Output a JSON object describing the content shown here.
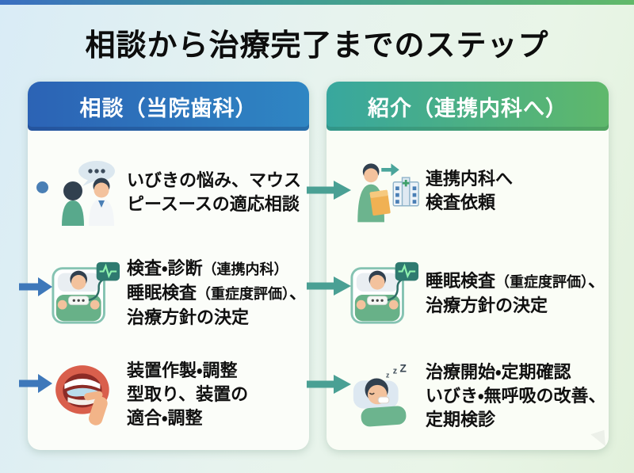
{
  "page": {
    "title": "相談から治療完了までのステップ"
  },
  "colors": {
    "header_left_gradient": [
      "#2c63b5",
      "#2f86c3"
    ],
    "header_right_gradient": [
      "#38a79e",
      "#5fb86b"
    ],
    "arrow_blue": "#3e78ba",
    "arrow_teal": "#4aa094",
    "top_bar_gradient": [
      "#3a6ec1",
      "#3f9b96",
      "#62b96a"
    ],
    "card_background": "#fbfdf9",
    "page_background": [
      "#d9ecf6",
      "#e2f1dc"
    ]
  },
  "left_column": {
    "header": "相談（当院歯科）",
    "rows": [
      {
        "icon": "consultation-icon",
        "line1": "いびきの悩み、マウス",
        "line2": "ピースースの適応相談"
      },
      {
        "icon": "sleep-test-icon",
        "line1_main": "検査・診断",
        "line1_paren": "（連携内科）",
        "line2_main": "睡眠検査",
        "line2_paren": "（重症度評価）",
        "line2_tail": "、",
        "line3": "治療方針の決定"
      },
      {
        "icon": "mouthpiece-icon",
        "line1": "装置作製・調整",
        "line2": "型取り、装置の",
        "line3": "適合・調整"
      }
    ]
  },
  "right_column": {
    "header": "紹介（連携内科へ）",
    "rows": [
      {
        "icon": "hospital-referral-icon",
        "line1": "連携内科へ",
        "line2": "検査依頼"
      },
      {
        "icon": "sleep-test-icon",
        "line1_main": "睡眠検査",
        "line1_paren": "（重症度評価）",
        "line1_tail": "、",
        "line2": "治療方針の決定"
      },
      {
        "icon": "sleeping-icon",
        "line1": "治療開始・定期確認",
        "line2": "いびき・無呼吸の改善、",
        "line3": "定期検診"
      }
    ]
  }
}
